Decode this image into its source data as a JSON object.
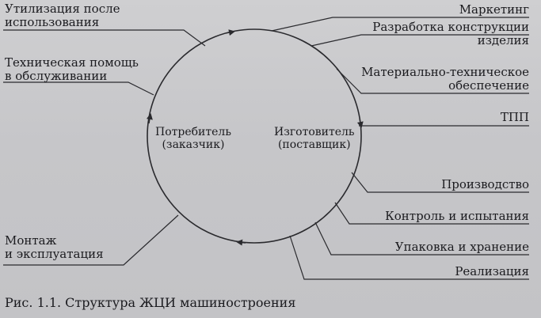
{
  "diagram": {
    "center": {
      "left_label": [
        "Потребитель",
        "(заказчик)"
      ],
      "right_label": [
        "Изготовитель",
        "(поставщик)"
      ]
    },
    "stages_left": [
      [
        "Утилизация после",
        "использования"
      ],
      [
        "Техническая помощь",
        "в обслуживании"
      ],
      [
        "Монтаж",
        "и эксплуатация"
      ]
    ],
    "stages_right": [
      [
        "Маркетинг"
      ],
      [
        "Разработка конструкции",
        "изделия"
      ],
      [
        "Материально-техническое",
        "обеспечение"
      ],
      [
        "ТПП"
      ],
      [
        "Производство"
      ],
      [
        "Контроль и испытания"
      ],
      [
        "Упаковка и хранение"
      ],
      [
        "Реализация"
      ]
    ]
  },
  "caption": "Рис. 1.1. Структура ЖЦИ машиностроения"
}
